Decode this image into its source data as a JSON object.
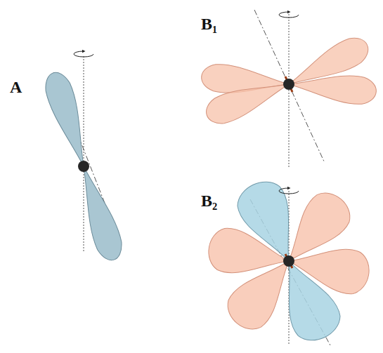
{
  "diagram": {
    "labels": [
      "A",
      "B₁",
      "B₂"
    ]
  }
}
